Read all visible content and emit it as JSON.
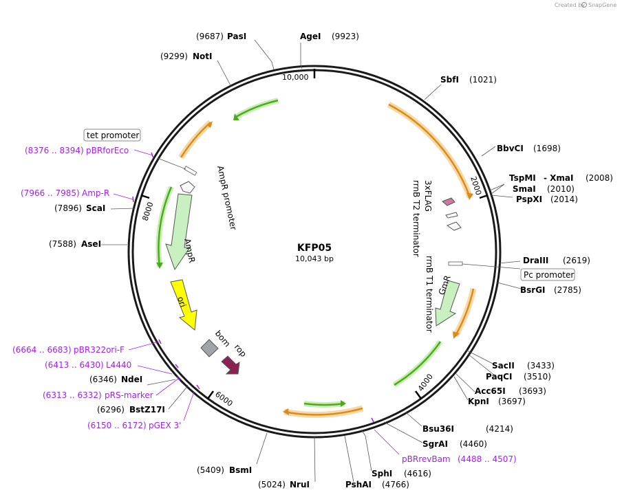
{
  "credit": {
    "created_by": "Created by",
    "product": "SnapGene"
  },
  "plasmid": {
    "name": "KFP05",
    "size": "10,043 bp"
  },
  "ticks": [
    "10,000",
    "2000",
    "4000",
    "6000",
    "8000"
  ],
  "sites": [
    {
      "name": "PasI",
      "pos": "(9687)"
    },
    {
      "name": "AgeI",
      "pos": "(9923)"
    },
    {
      "name": "NotI",
      "pos": "(9299)"
    },
    {
      "name": "SbfI",
      "pos": "(1021)"
    },
    {
      "name": "BbvCI",
      "pos": "(1698)"
    },
    {
      "name": "TspMI",
      "pos": ""
    },
    {
      "name": "- XmaI",
      "pos": "(2008)"
    },
    {
      "name": "SmaI",
      "pos": "(2010)"
    },
    {
      "name": "PspXI",
      "pos": "(2014)"
    },
    {
      "name": "DraIII",
      "pos": "(2619)"
    },
    {
      "name": "BsrGI",
      "pos": "(2785)"
    },
    {
      "name": "SacII",
      "pos": "(3433)"
    },
    {
      "name": "PaqCI",
      "pos": "(3510)"
    },
    {
      "name": "Acc65I",
      "pos": "(3693)"
    },
    {
      "name": "KpnI",
      "pos": "(3697)"
    },
    {
      "name": "Bsu36I",
      "pos": "(4214)"
    },
    {
      "name": "SgrAI",
      "pos": "(4460)"
    },
    {
      "name": "SphI",
      "pos": "(4616)"
    },
    {
      "name": "PshAI",
      "pos": "(4766)"
    },
    {
      "name": "NruI",
      "pos": "(5024)"
    },
    {
      "name": "BsmI",
      "pos": "(5409)"
    },
    {
      "name": "BstZ17I",
      "pos": "(6296)"
    },
    {
      "name": "NdeI",
      "pos": "(6346)"
    },
    {
      "name": "AseI",
      "pos": "(7588)"
    },
    {
      "name": "ScaI",
      "pos": "(7896)"
    }
  ],
  "primers": [
    {
      "range": "(8376 .. 8394)",
      "name": "pBRforEco"
    },
    {
      "range": "(7966 .. 7985)",
      "name": "Amp-R"
    },
    {
      "range": "(6664 .. 6683)",
      "name": "pBR322ori-F"
    },
    {
      "range": "(6413 .. 6430)",
      "name": "L4440"
    },
    {
      "range": "(6313 .. 6332)",
      "name": "pRS-marker"
    },
    {
      "range": "(6150 .. 6172)",
      "name": "pGEX 3'"
    },
    {
      "name": "pBRrevBam",
      "range": "(4488 .. 4507)"
    }
  ],
  "boxed_features": [
    "tet promoter",
    "Pc promoter"
  ],
  "features": [
    "AmpR promoter",
    "AmpR",
    "ori",
    "bom",
    "rop",
    "3xFLAG",
    "rrnB T2 terminator",
    "rrnB T1 terminator",
    "GmR"
  ],
  "colors": {
    "backbone": "#1a1a1a",
    "primer": "#a020f0",
    "orf_orange": "#d98c1a",
    "orf_green": "#4caa22",
    "ampr": "#c8f0c0",
    "ori": "#ffff00",
    "rop": "#8b2252",
    "bom": "#a0a4a8",
    "flag": "#c77ba0"
  }
}
